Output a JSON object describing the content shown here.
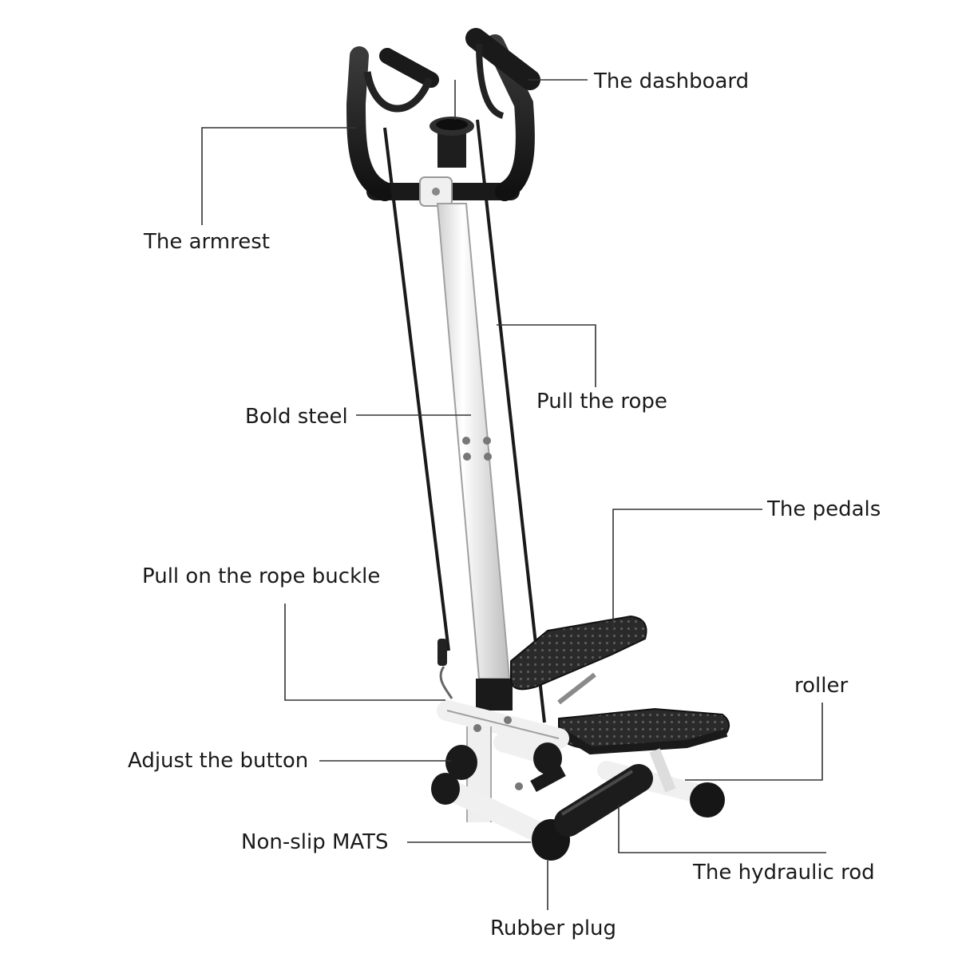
{
  "labels": {
    "dashboard": "The dashboard",
    "armrest": "The armrest",
    "pull_rope": "Pull the rope",
    "bold_steel": "Bold steel",
    "pedals": "The pedals",
    "rope_buckle": "Pull on the rope buckle",
    "roller": "roller",
    "adjust_button": "Adjust the button",
    "non_slip_mats": "Non-slip MATS",
    "hydraulic_rod": "The hydraulic rod",
    "rubber_plug": "Rubber plug"
  },
  "colors": {
    "frame": "#f4f4f4",
    "frame_edge": "#9a9a9a",
    "black_part": "#1f1f1f",
    "leader_line": "#333333",
    "label_text": "#1a1a1a"
  }
}
